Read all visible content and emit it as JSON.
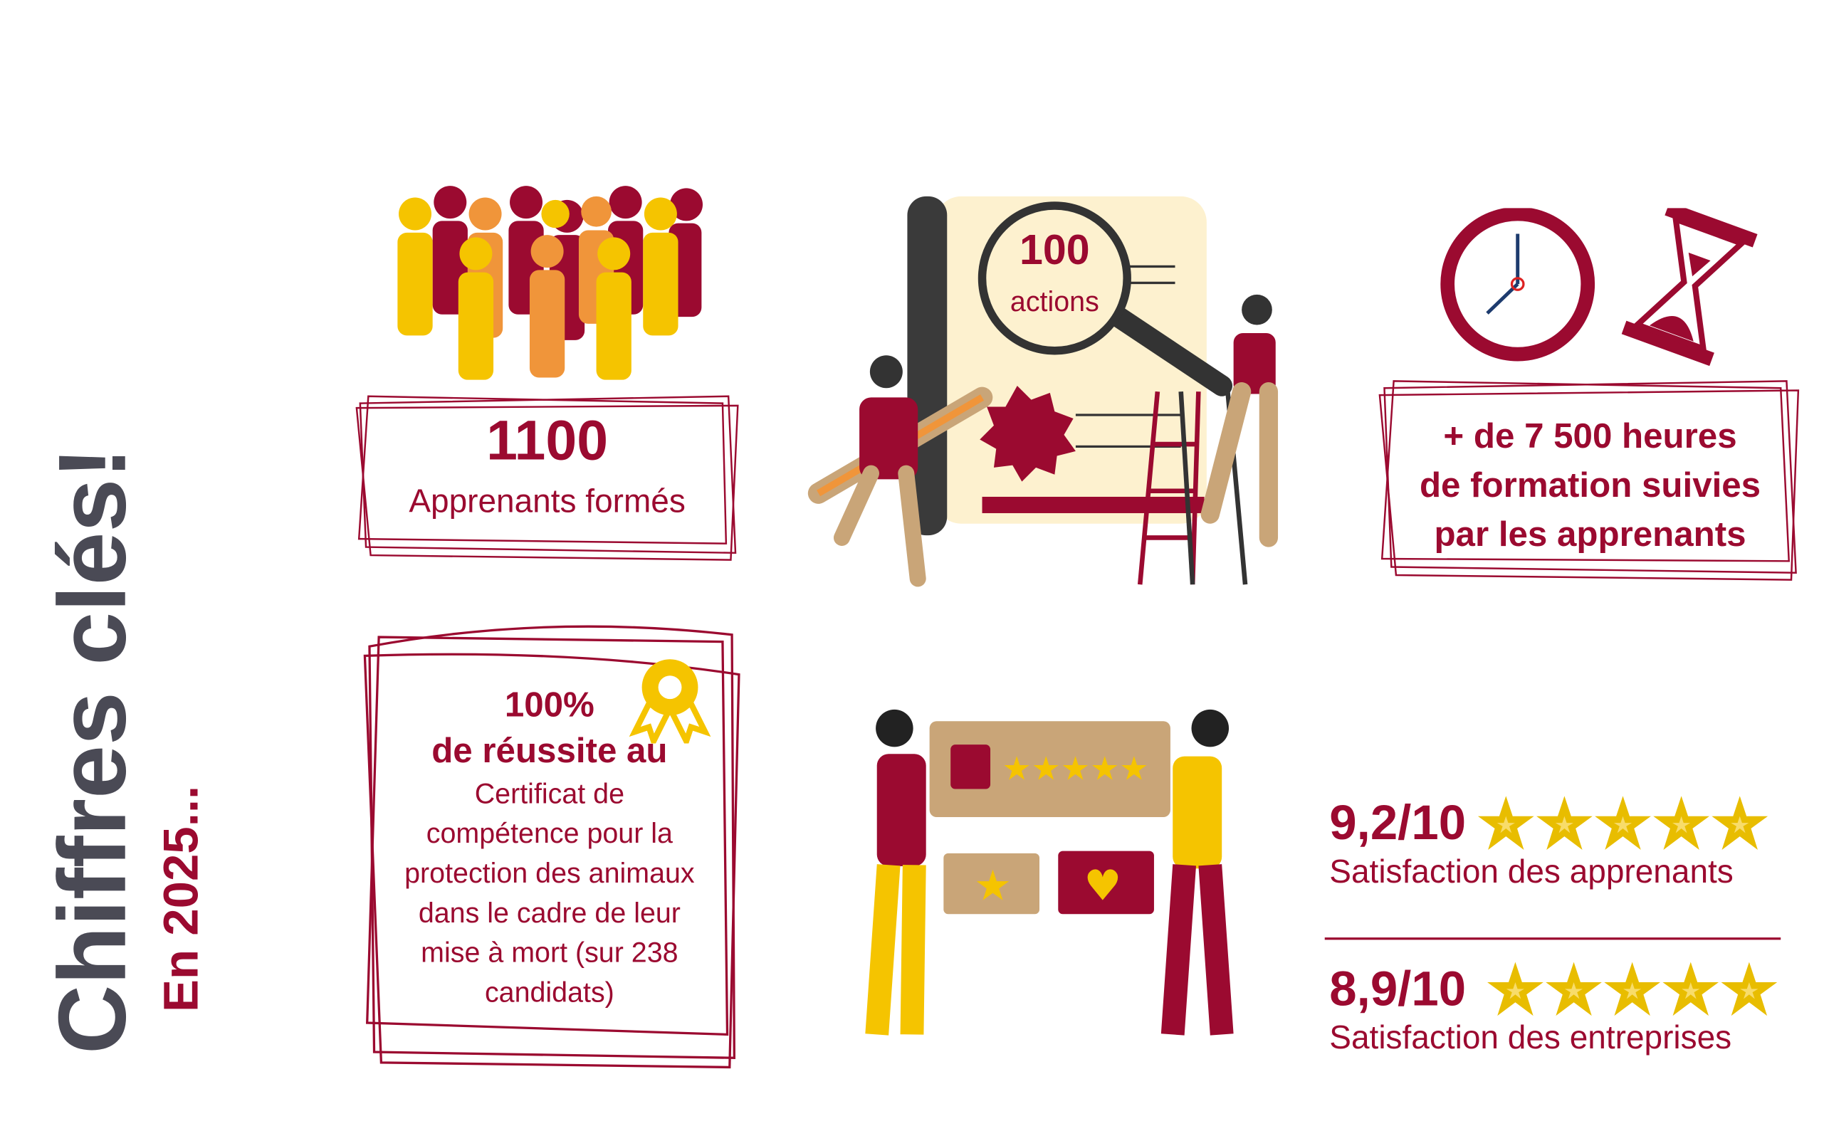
{
  "title": "Chiffres clés!",
  "subtitle": "En 2025...",
  "stat_learners": {
    "value": "1100",
    "label": "Apprenants formés"
  },
  "stat_actions": {
    "value": "100",
    "label": "actions"
  },
  "stat_hours": {
    "line1": "+ de 7 500 heures",
    "line2": "de formation suivies",
    "line3": "par les apprenants"
  },
  "stat_success": {
    "value": "100%",
    "line1": "de réussite au",
    "lines": [
      "Certificat de",
      "compétence pour la",
      "protection des animaux",
      "dans le cadre de leur",
      "mise à mort (sur 238",
      "candidats)"
    ]
  },
  "ratings": [
    {
      "score": "9,2/10",
      "stars": 5,
      "label": "Satisfaction des apprenants"
    },
    {
      "score": "8,9/10",
      "stars": 5,
      "label": "Satisfaction des entreprises"
    }
  ],
  "colors": {
    "burgundy": "#9b0a30",
    "gray": "#4a4a55",
    "yellow": "#f5c400",
    "orange": "#f0953a",
    "tan": "#c9a578"
  }
}
